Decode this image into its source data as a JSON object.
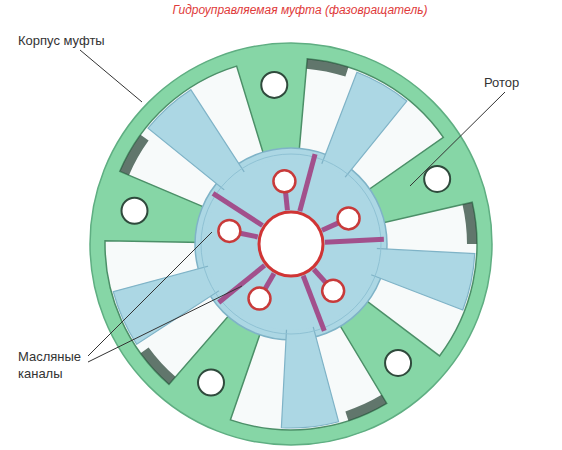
{
  "diagram": {
    "title": "Гидроуправляемая муфта (фазовращатель)",
    "labels": [
      "Корпус муфты",
      "Ротор",
      "Масляные каналы"
    ]
  }
}
